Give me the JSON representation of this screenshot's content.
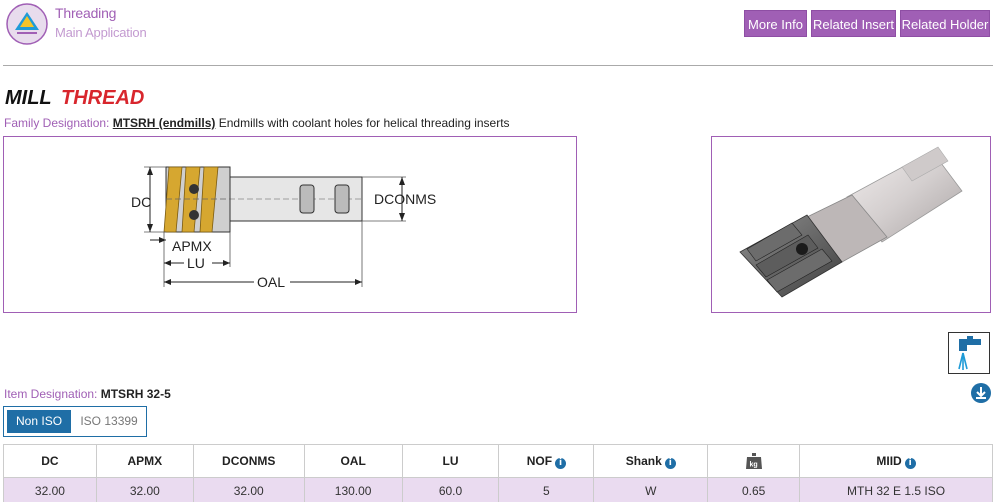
{
  "header": {
    "breadcrumb_1": "Threading",
    "breadcrumb_2": "Main Application",
    "buttons": {
      "more_info": "More Info",
      "related_insert": "Related Insert",
      "related_holder": "Related Holder"
    }
  },
  "brand": {
    "part_1": "MILL",
    "part_2": "THREAD"
  },
  "family": {
    "label": "Family Designation:",
    "code": "MTSRH (endmills)",
    "description": "Endmills with coolant holes for helical threading inserts"
  },
  "drawing": {
    "labels": {
      "dc": "DC",
      "dconms": "DCONMS",
      "apmx": "APMX",
      "lu": "LU",
      "oal": "OAL"
    }
  },
  "item": {
    "label": "Item Designation:",
    "value": "MTSRH 32-5"
  },
  "tabs": {
    "non_iso": "Non ISO",
    "iso": "ISO 13399"
  },
  "table": {
    "headers": [
      "DC",
      "APMX",
      "DCONMS",
      "OAL",
      "LU",
      "NOF",
      "Shank",
      "",
      "MIID"
    ],
    "weight_icon_text": "kg",
    "row": [
      "32.00",
      "32.00",
      "32.00",
      "130.00",
      "60.0",
      "5",
      "W",
      "0.65",
      "MTH 32 E 1.5 ISO"
    ]
  },
  "colors": {
    "accent_purple": "#a05fb5",
    "accent_blue": "#1f6ea6",
    "row_background": "#eadbf0"
  }
}
